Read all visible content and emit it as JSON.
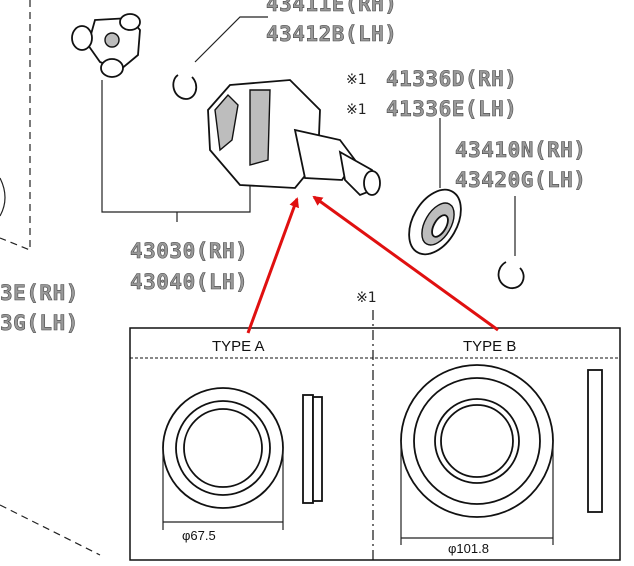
{
  "labels": {
    "p1_rh": "43411E(RH)",
    "p1_lh": "43412B(LH)",
    "p2_rh": "41336D(RH)",
    "p2_lh": "41336E(LH)",
    "p3_rh": "43410N(RH)",
    "p3_lh": "43420G(LH)",
    "p4_rh": "43030(RH)",
    "p4_lh": "43040(LH)",
    "p5_rh": "3E(RH)",
    "p5_lh": "3G(LH)"
  },
  "note_mark": "※1",
  "type_a": {
    "title": "TYPE A",
    "diameter": "φ67.5"
  },
  "type_b": {
    "title": "TYPE B",
    "diameter": "φ101.8"
  },
  "colors": {
    "arrow": "#e01010",
    "label_fill": "#999999"
  }
}
